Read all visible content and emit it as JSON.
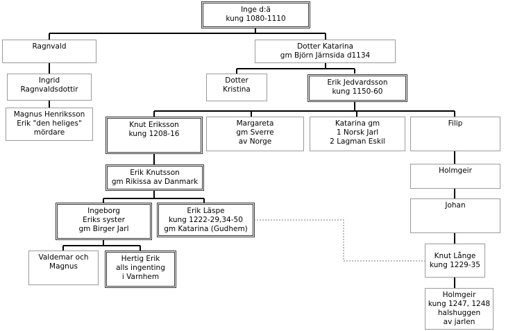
{
  "nodes": {
    "inge": [
      "Inge d:ä",
      "kung 1080-1110"
    ],
    "ragnvald": [
      "Ragnvald"
    ],
    "katarina_d": [
      "Dotter Katarina",
      "gm Björn Järnsida  d1134"
    ],
    "ingrid": [
      "Ingrid",
      "Ragnvaldsdottir"
    ],
    "magnus_h": [
      "Magnus Henriksson",
      "Erik \"den heliges\"",
      "mördare"
    ],
    "kristina": [
      "Dotter",
      "Kristina"
    ],
    "erik_j": [
      "Erik Jedvardsson",
      "kung 1150-60"
    ],
    "knut_e": [
      "Knut Eriksson",
      "kung 1208-16"
    ],
    "margareta": [
      "Margareta",
      "gm Sverre",
      "av Norge"
    ],
    "katarina_gm": [
      "Katarina gm",
      "1 Norsk Jarl",
      "2 Lagman Eskil"
    ],
    "filip": [
      "Filip"
    ],
    "erik_k": [
      "Erik Knutsson",
      "gm Rikissa av Danmark"
    ],
    "holmgeir1": [
      "Holmgeir"
    ],
    "johan": [
      "Johan"
    ],
    "ingeborg": [
      "Ingeborg",
      "Eriks syster",
      "gm Birger Jarl"
    ],
    "erik_l": [
      "Erik Läspe",
      "kung  1222-29,34-50",
      "gm Katarina (Gudhem)"
    ],
    "valdemar": [
      "Valdemar och",
      "Magnus"
    ],
    "hertig": [
      "Hertig Erik",
      "alls ingenting",
      "i Varnhem"
    ],
    "knut_l": [
      "Knut Långe",
      "kung 1229-35"
    ],
    "holmgeir2": [
      "Holmgeir",
      "kung 1247, 1248",
      "halshuggen",
      "av jarlen"
    ]
  }
}
